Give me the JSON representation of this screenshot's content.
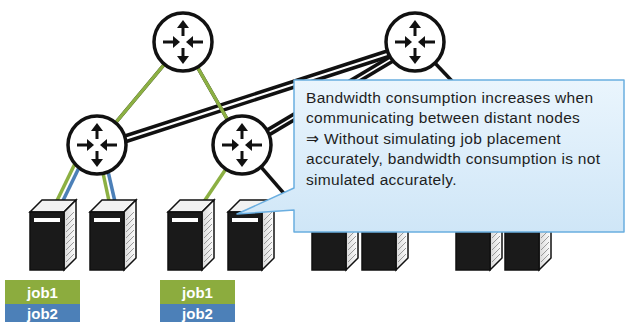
{
  "diagram": {
    "nodes": [
      {
        "text": [
          "Bandwidth consumption increases when communicating between distant nodes",
          "⇒ Without simulating job placement accurately, bandwidth consumption is not simulated accurately."
        ]
      },
      {
        "text": [
          "job1"
        ]
      },
      {
        "text": [
          "job1"
        ]
      },
      {
        "text": [
          "job2"
        ]
      },
      {
        "text": [
          "job2"
        ]
      }
    ],
    "edges": []
  }
}
